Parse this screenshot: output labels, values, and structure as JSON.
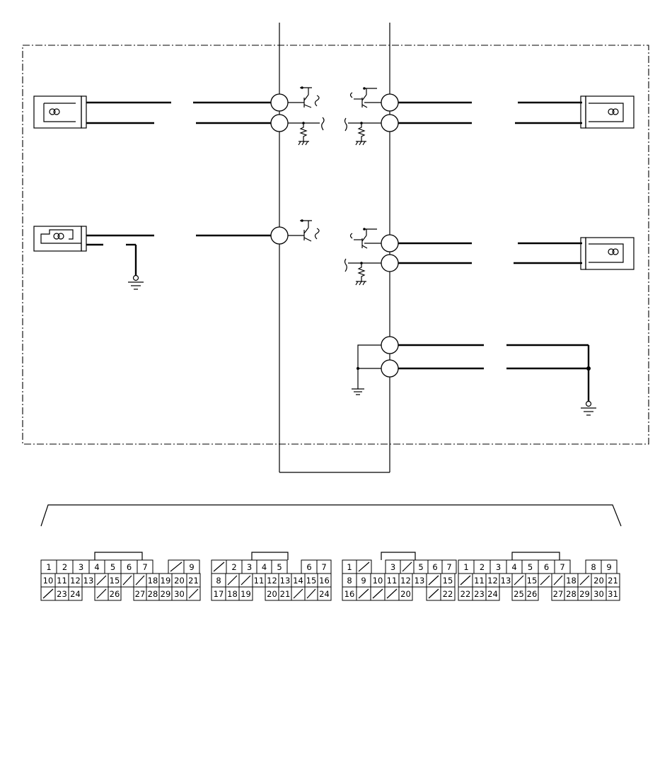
{
  "wiring": {
    "left_sensor_1": {
      "icon": "coil-sensor-icon"
    },
    "left_sensor_2": {
      "icon": "coil-sensor-icon"
    },
    "right_sensor_1": {
      "icon": "coil-sensor-icon"
    },
    "right_sensor_2": {
      "icon": "coil-sensor-icon"
    }
  },
  "connectors": [
    {
      "rows": [
        [
          "1",
          "2",
          "3",
          "4",
          "5",
          "6",
          "7",
          "",
          "/",
          "9"
        ],
        [
          "10",
          "11",
          "12",
          "13",
          "/",
          "15",
          "/",
          "/",
          "18",
          "19",
          "20",
          "21"
        ],
        [
          "/",
          "23",
          "24",
          "",
          "/",
          "26",
          "",
          "27",
          "28",
          "29",
          "30",
          "/"
        ]
      ]
    },
    {
      "rows": [
        [
          "/",
          "2",
          "3",
          "4",
          "5",
          "",
          "6",
          "7"
        ],
        [
          "8",
          "/",
          "/",
          "11",
          "12",
          "13",
          "14",
          "15",
          "16"
        ],
        [
          "17",
          "18",
          "19",
          "",
          "20",
          "21",
          "/",
          "/",
          "24"
        ]
      ]
    },
    {
      "rows": [
        [
          "1",
          "/",
          "",
          "3",
          "/",
          "5",
          "6",
          "7"
        ],
        [
          "8",
          "9",
          "10",
          "11",
          "12",
          "13",
          "/",
          "15"
        ],
        [
          "16",
          "/",
          "/",
          "/",
          "20",
          "",
          "/",
          "22"
        ]
      ]
    },
    {
      "rows": [
        [
          "1",
          "2",
          "3",
          "4",
          "5",
          "6",
          "7",
          "",
          "8",
          "9"
        ],
        [
          "/",
          "11",
          "12",
          "13",
          "/",
          "15",
          "/",
          "/",
          "18",
          "/",
          "20",
          "21"
        ],
        [
          "22",
          "23",
          "24",
          "",
          "25",
          "26",
          "",
          "27",
          "28",
          "29",
          "30",
          "31"
        ]
      ]
    }
  ]
}
